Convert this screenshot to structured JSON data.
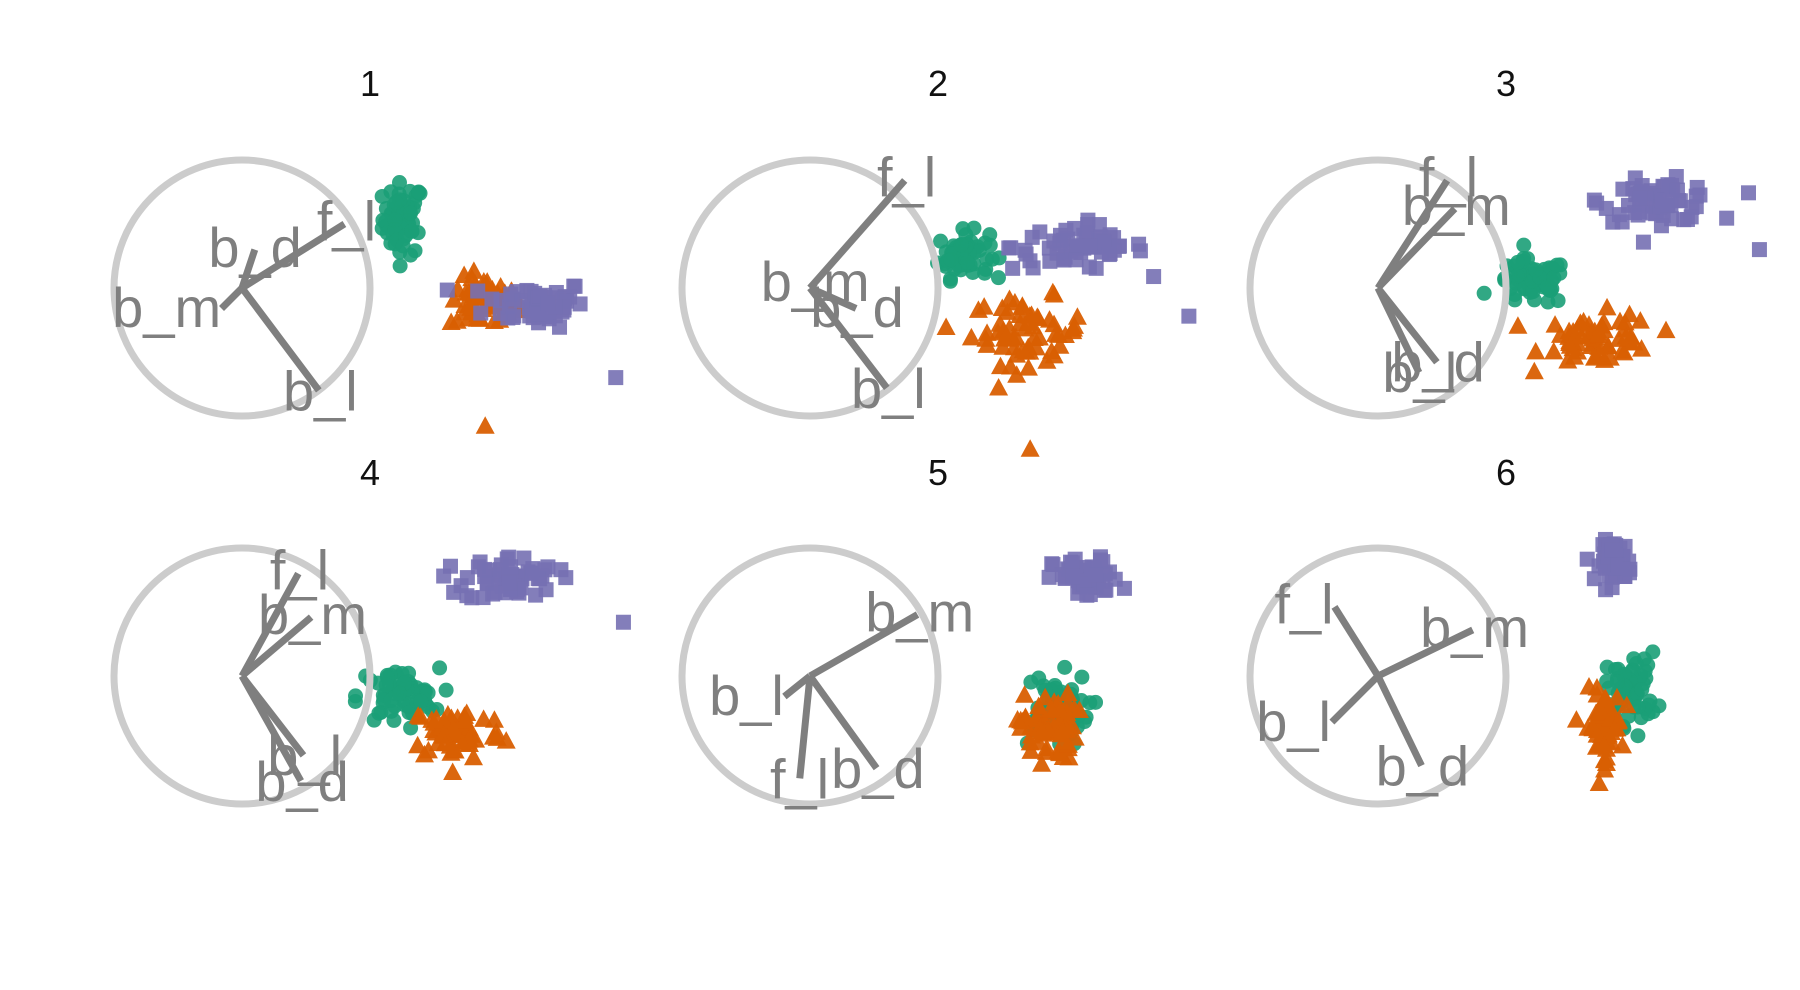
{
  "chart_data": {
    "type": "scatter",
    "description_note": "",
    "colors": {
      "groups": [
        "#1b9e77",
        "#d95f02",
        "#7570b3"
      ],
      "axis_line": "#7f7f7f",
      "circle": "#cccccc"
    },
    "shapes": [
      "circle",
      "triangle",
      "square"
    ],
    "panels": [
      {
        "title": "1",
        "axes": [
          {
            "label": "b_l",
            "dx": 0.3,
            "dy": -0.4
          },
          {
            "label": "b_d",
            "dx": 0.05,
            "dy": 0.15
          },
          {
            "label": "f_l",
            "dx": 0.4,
            "dy": 0.25
          },
          {
            "label": "b_m",
            "dx": -0.08,
            "dy": -0.08
          }
        ],
        "groups": [
          {
            "center": [
              0.63,
              0.27
            ],
            "spread": [
              0.08,
              0.14
            ],
            "n": 60
          },
          {
            "center": [
              0.95,
              -0.06
            ],
            "spread": [
              0.14,
              0.1
            ],
            "n": 60
          },
          {
            "center": [
              1.15,
              -0.06
            ],
            "spread": [
              0.2,
              0.09
            ],
            "n": 60
          }
        ],
        "extra_points": [
          {
            "g": 1,
            "x": 0.95,
            "y": -0.54
          },
          {
            "g": 2,
            "x": 1.46,
            "y": -0.35
          }
        ]
      },
      {
        "title": "2",
        "axes": [
          {
            "label": "f_l",
            "dx": 0.37,
            "dy": 0.42
          },
          {
            "label": "b_m",
            "dx": 0.02,
            "dy": 0.02
          },
          {
            "label": "b_d",
            "dx": 0.18,
            "dy": -0.08
          },
          {
            "label": "b_l",
            "dx": 0.3,
            "dy": -0.39
          }
        ],
        "groups": [
          {
            "center": [
              0.6,
              0.13
            ],
            "spread": [
              0.1,
              0.09
            ],
            "n": 60
          },
          {
            "center": [
              0.85,
              -0.17
            ],
            "spread": [
              0.22,
              0.13
            ],
            "n": 60
          },
          {
            "center": [
              1.05,
              0.16
            ],
            "spread": [
              0.26,
              0.09
            ],
            "n": 60
          }
        ],
        "extra_points": [
          {
            "g": 1,
            "x": 0.86,
            "y": -0.63
          },
          {
            "g": 2,
            "x": 1.48,
            "y": -0.11
          }
        ]
      },
      {
        "title": "3",
        "axes": [
          {
            "label": "f_l",
            "dx": 0.27,
            "dy": 0.42
          },
          {
            "label": "b_m",
            "dx": 0.3,
            "dy": 0.31
          },
          {
            "label": "b_d",
            "dx": 0.23,
            "dy": -0.29
          },
          {
            "label": "b_l",
            "dx": 0.16,
            "dy": -0.33
          }
        ],
        "groups": [
          {
            "center": [
              0.6,
              0.02
            ],
            "spread": [
              0.14,
              0.09
            ],
            "n": 60
          },
          {
            "center": [
              0.86,
              -0.2
            ],
            "spread": [
              0.22,
              0.1
            ],
            "n": 60
          },
          {
            "center": [
              1.1,
              0.34
            ],
            "spread": [
              0.22,
              0.08
            ],
            "n": 60
          }
        ],
        "extra_points": [
          {
            "g": 2,
            "x": 1.49,
            "y": 0.15
          }
        ]
      },
      {
        "title": "4",
        "axes": [
          {
            "label": "f_l",
            "dx": 0.22,
            "dy": 0.4
          },
          {
            "label": "b_m",
            "dx": 0.27,
            "dy": 0.23
          },
          {
            "label": "b_l",
            "dx": 0.24,
            "dy": -0.31
          },
          {
            "label": "b_d",
            "dx": 0.23,
            "dy": -0.41
          }
        ],
        "groups": [
          {
            "center": [
              0.61,
              -0.08
            ],
            "spread": [
              0.16,
              0.11
            ],
            "n": 60
          },
          {
            "center": [
              0.84,
              -0.22
            ],
            "spread": [
              0.18,
              0.11
            ],
            "n": 60
          },
          {
            "center": [
              1.05,
              0.38
            ],
            "spread": [
              0.18,
              0.09
            ],
            "n": 60
          }
        ],
        "extra_points": [
          {
            "g": 2,
            "x": 1.49,
            "y": 0.21
          }
        ]
      },
      {
        "title": "5",
        "axes": [
          {
            "label": "f_l",
            "dx": -0.04,
            "dy": -0.4
          },
          {
            "label": "b_m",
            "dx": 0.42,
            "dy": 0.24
          },
          {
            "label": "b_l",
            "dx": -0.1,
            "dy": -0.08
          },
          {
            "label": "b_d",
            "dx": 0.26,
            "dy": -0.36
          }
        ],
        "groups": [
          {
            "center": [
              0.95,
              -0.13
            ],
            "spread": [
              0.14,
              0.14
            ],
            "n": 60
          },
          {
            "center": [
              0.93,
              -0.2
            ],
            "spread": [
              0.11,
              0.13
            ],
            "n": 60
          },
          {
            "center": [
              1.08,
              0.38
            ],
            "spread": [
              0.13,
              0.08
            ],
            "n": 60
          }
        ],
        "extra_points": []
      },
      {
        "title": "6",
        "axes": [
          {
            "label": "f_l",
            "dx": -0.17,
            "dy": 0.27
          },
          {
            "label": "b_m",
            "dx": 0.37,
            "dy": 0.18
          },
          {
            "label": "b_l",
            "dx": -0.18,
            "dy": -0.18
          },
          {
            "label": "b_d",
            "dx": 0.17,
            "dy": -0.35
          }
        ],
        "groups": [
          {
            "center": [
              0.99,
              -0.05
            ],
            "spread": [
              0.1,
              0.14
            ],
            "n": 60
          },
          {
            "center": [
              0.88,
              -0.2
            ],
            "spread": [
              0.07,
              0.14
            ],
            "n": 60
          },
          {
            "center": [
              0.93,
              0.45
            ],
            "spread": [
              0.06,
              0.08
            ],
            "n": 60
          }
        ],
        "extra_points": []
      }
    ]
  }
}
